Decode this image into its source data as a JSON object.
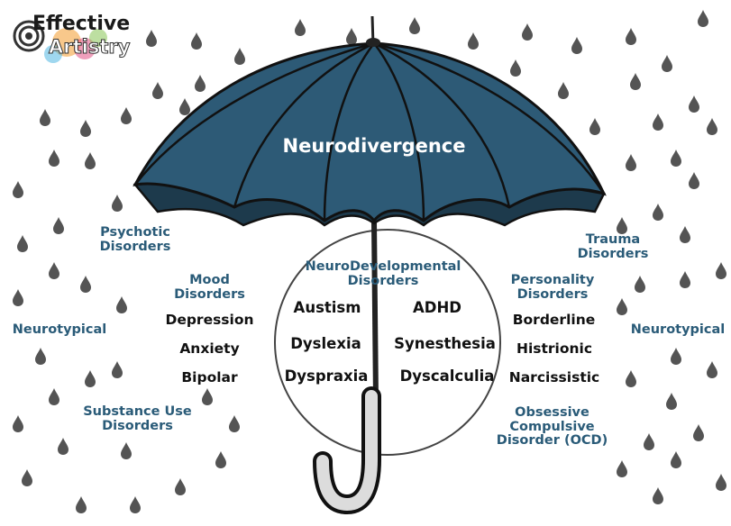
{
  "logo": {
    "line1": "Effective",
    "line2": "Artistry"
  },
  "umbrella_label": "Neurodivergence",
  "center": {
    "heading": [
      "NeuroDevelopmental",
      "Disorders"
    ],
    "left_items": [
      "Austism",
      "Dyslexia",
      "Dyspraxia"
    ],
    "right_items": [
      "ADHD",
      "Synesthesia",
      "Dyscalculia"
    ]
  },
  "left": {
    "psychotic": [
      "Psychotic",
      "Disorders"
    ],
    "mood": [
      "Mood",
      "Disorders"
    ],
    "mood_items": [
      "Depression",
      "Anxiety",
      "Bipolar"
    ],
    "neurotypical": "Neurotypical",
    "substance": [
      "Substance Use",
      "Disorders"
    ]
  },
  "right": {
    "trauma": [
      "Trauma",
      "Disorders"
    ],
    "personality": [
      "Personality",
      "Disorders"
    ],
    "personality_items": [
      "Borderline",
      "Histrionic",
      "Narcissistic"
    ],
    "neurotypical": "Neurotypical",
    "ocd": [
      "Obsessive",
      "Compulsive",
      "Disorder (OCD)"
    ]
  },
  "colors": {
    "canopy": "#2d5a76",
    "canopy_dark": "#214459",
    "label_blue": "#2a5b78",
    "rain": "#545454",
    "handle": "#dcdcdc"
  }
}
